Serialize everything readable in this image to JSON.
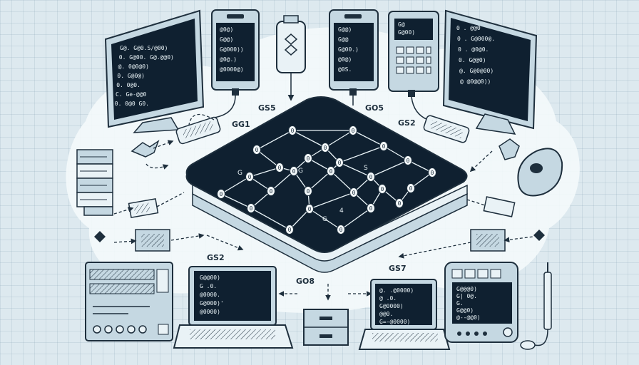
{
  "labels": {
    "gg1": "GG1",
    "gs5": "GS5",
    "go5": "GO5",
    "gs2_top": "GS2",
    "gs2_bottom": "GS2",
    "go8": "GO8",
    "gs7": "GS7"
  },
  "network": {
    "node_glyph": "0",
    "inner_labels": [
      "G",
      "G",
      "S",
      "G",
      "4"
    ]
  },
  "screens": {
    "monitor_left": [
      "G@. G@0.S/@00)",
      "0. G@00. G@.@@0)",
      "@. 0@0@0)",
      "0. G@0@)",
      "0. 0@0.",
      "C. Ge-@@0",
      "0. 0@0 G0."
    ],
    "phone_left": [
      "@0@)",
      "G@@)",
      "G@000))",
      "@0@.)",
      "@0000@)"
    ],
    "phone_right": [
      "G@@)",
      "G@@",
      "G@00.)",
      "@0@)",
      "@0S."
    ],
    "calculator": [
      "G@",
      "G@00)"
    ],
    "monitor_right": [
      "0 . @@0",
      "0 . G@000@.",
      "0 . @0@0.",
      "0. G@@0)",
      "@. G@0@00)",
      "@ @0@@0))"
    ],
    "laptop_left": [
      "G@@00)",
      "G .0.",
      "@0000.",
      "G@000)'",
      "@0000)"
    ],
    "laptop_right": [
      "@. .@0000)",
      "@ .0.",
      "G@0000)",
      "@@0.",
      "G=-@0000)"
    ],
    "server_right": [
      "G@@@0)",
      "G| 0@.",
      "G.",
      "G@@0)",
      "@--@@0)"
    ]
  },
  "colors": {
    "ink": "#1e2f3d",
    "panel": "#0f2030",
    "device": "#c5d8e2",
    "paper": "#dde9ef"
  }
}
